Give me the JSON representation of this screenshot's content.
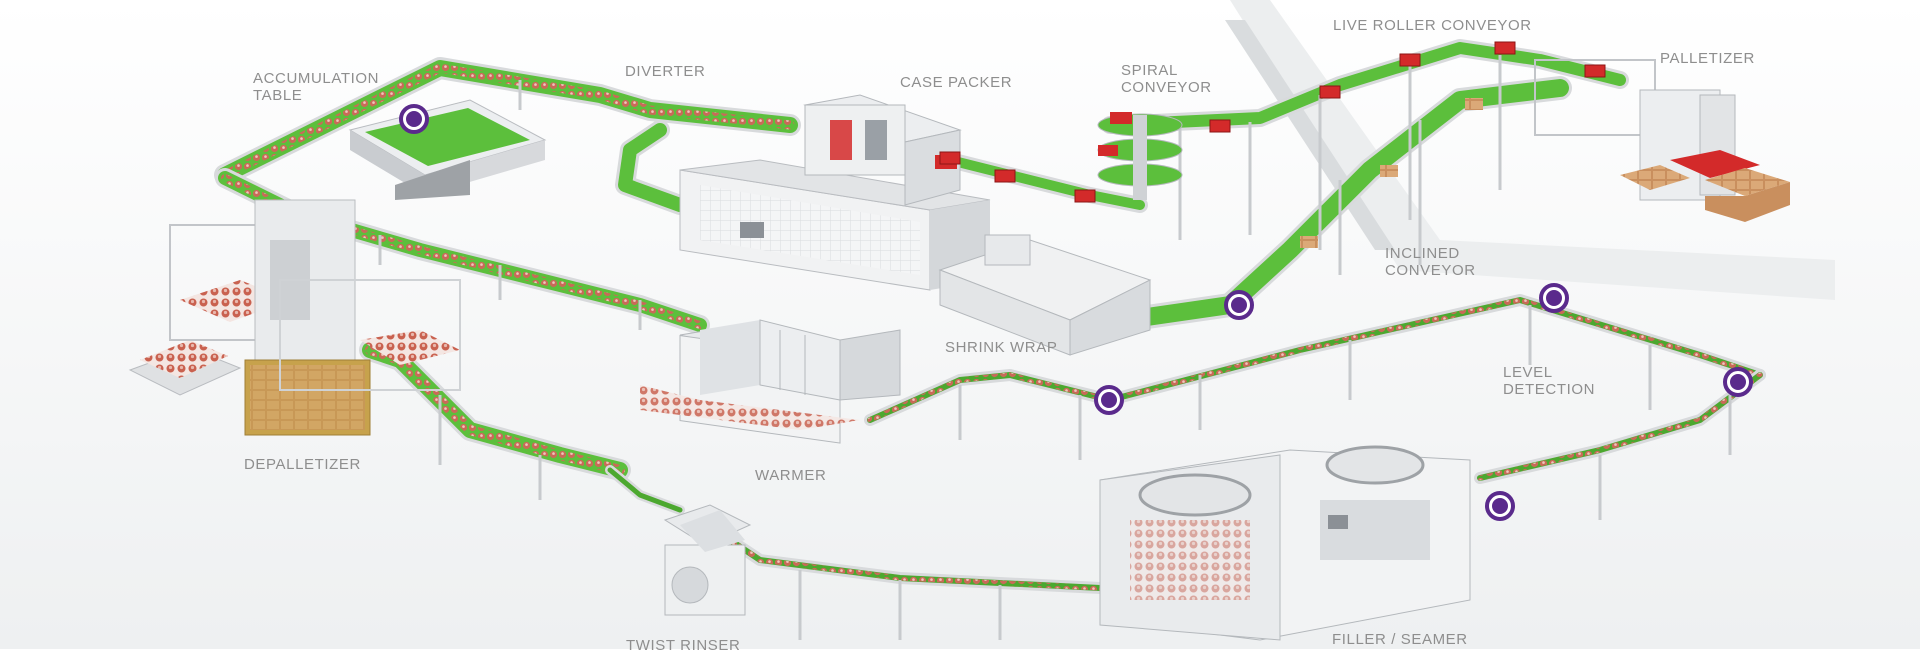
{
  "labels": {
    "accumulation_table": "ACCUMULATION\nTABLE",
    "diverter": "DIVERTER",
    "case_packer": "CASE PACKER",
    "spiral_conveyor": "SPIRAL\nCONVEYOR",
    "live_roller_conveyor": "LIVE ROLLER CONVEYOR",
    "palletizer": "PALLETIZER",
    "inclined_conveyor": "INCLINED\nCONVEYOR",
    "shrink_wrap": "SHRINK WRAP",
    "level_detection": "LEVEL\nDETECTION",
    "depalletizer": "DEPALLETIZER",
    "warmer": "WARMER",
    "twist_rinser": "TWIST RINSER",
    "filler_seamer": "FILLER / SEAMER"
  },
  "colors": {
    "belt_green": "#5cbf3c",
    "can_red": "#c9614f",
    "case_red": "#d32a2a",
    "sensor_purple": "#5a2a8c",
    "machine_gray": "#e8eaec",
    "frame_gray": "#b9bcc0",
    "label_gray": "#8e8e8e"
  },
  "sensors": [
    {
      "name": "sensor-accumulation"
    },
    {
      "name": "sensor-inclined"
    },
    {
      "name": "sensor-shrink-exit"
    },
    {
      "name": "sensor-level-top"
    },
    {
      "name": "sensor-level-right"
    },
    {
      "name": "sensor-filler-exit"
    }
  ]
}
